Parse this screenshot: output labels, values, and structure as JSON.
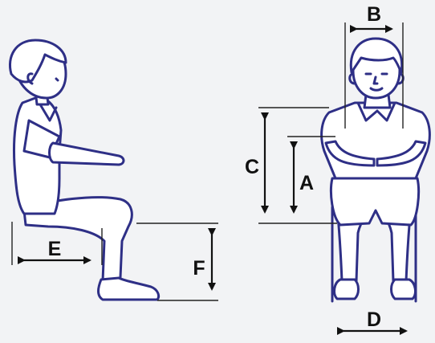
{
  "labels": {
    "a": "A",
    "b": "B",
    "c": "C",
    "d": "D",
    "e": "E",
    "f": "F"
  },
  "colors": {
    "outline": "#2e2f86",
    "dimension": "#111111",
    "background": "#f2f3f5"
  }
}
